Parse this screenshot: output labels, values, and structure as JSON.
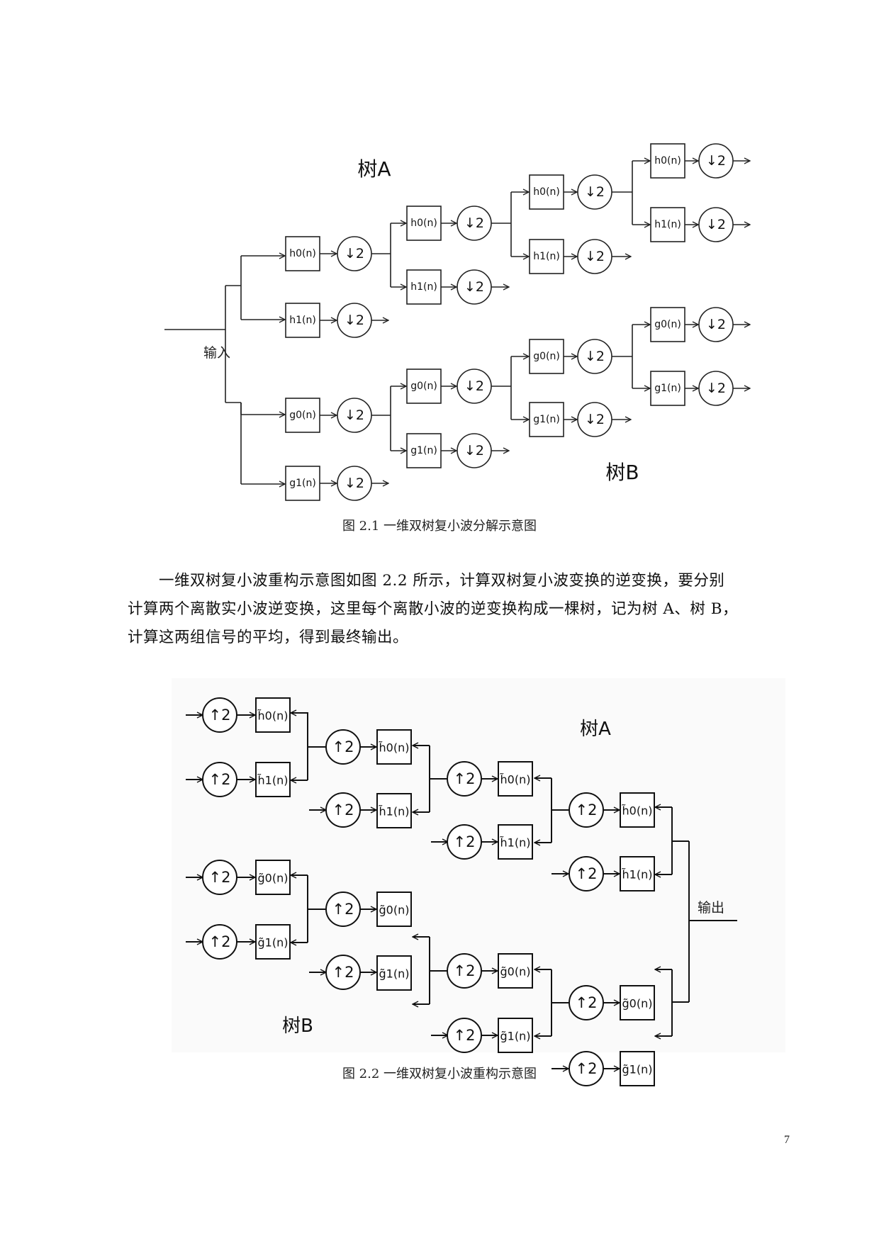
{
  "figure1": {
    "tree_a_label": "树A",
    "tree_b_label": "树B",
    "input_label": "输入",
    "caption": "图 2.1  一维双树复小波分解示意图",
    "downsample_label": "↓2",
    "nodes": {
      "l1": [
        "h0(n)",
        "h1(n)",
        "g0(n)",
        "g1(n)"
      ],
      "l2": [
        "h0(n)",
        "h1(n)",
        "g0(n)",
        "g1(n)"
      ],
      "l3": [
        "h0(n)",
        "h1(n)",
        "g0(n)",
        "g1(n)"
      ],
      "l4": [
        "h0(n)",
        "h1(n)",
        "g0(n)",
        "g1(n)"
      ]
    }
  },
  "paragraph": {
    "line1": "一维双树复小波重构示意图如图 2.2 所示，计算双树复小波变换的逆变换，要分别",
    "line2": "计算两个离散实小波逆变换，这里每个离散小波的逆变换构成一棵树，记为树 A、树 B，",
    "line3": "计算这两组信号的平均，得到最终输出。"
  },
  "figure2": {
    "tree_a_label": "树A",
    "tree_b_label": "树B",
    "output_label": "输出",
    "caption": "图 2.2  一维双树复小波重构示意图",
    "upsample_label": "↑2",
    "nodes": {
      "c1": [
        "h̃0(n)",
        "h̃1(n)",
        "g̃0(n)",
        "g̃1(n)"
      ],
      "c2": [
        "h̃0(n)",
        "h̃1(n)",
        "g̃0(n)",
        "g̃1(n)"
      ],
      "c3": [
        "h̃0(n)",
        "h̃1(n)",
        "g̃0(n)",
        "g̃1(n)"
      ],
      "c4": [
        "h̃0(n)",
        "h̃1(n)",
        "g̃0(n)",
        "g̃1(n)"
      ]
    }
  },
  "page_number": "7"
}
